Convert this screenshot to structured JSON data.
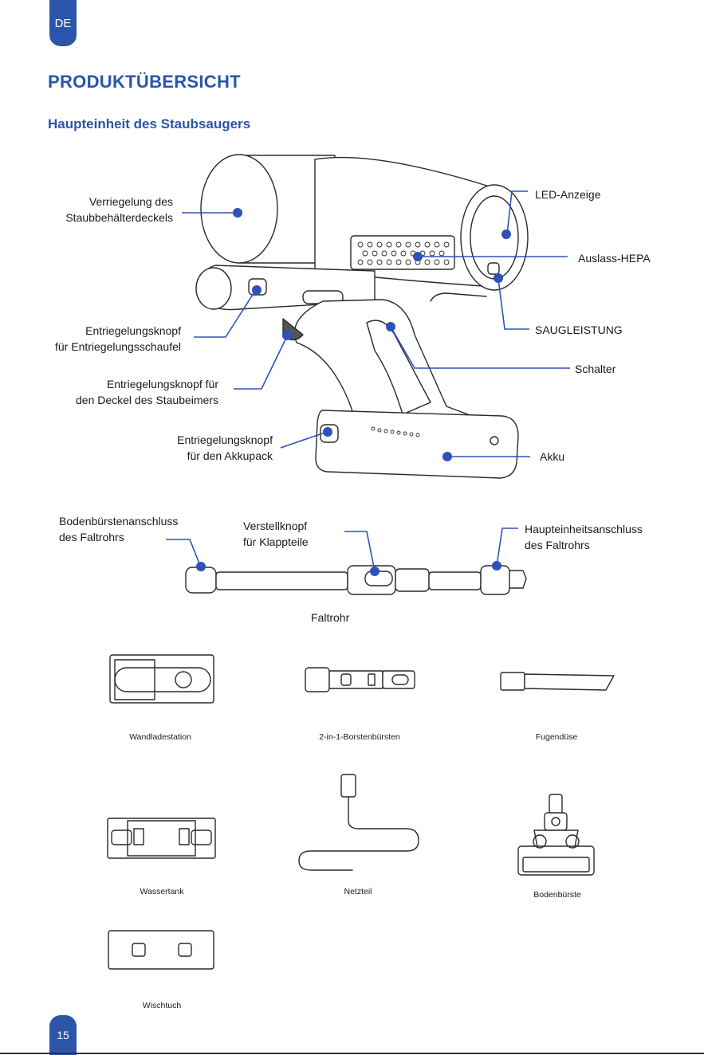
{
  "header": {
    "language_tab": "DE",
    "page_number": "15"
  },
  "titles": {
    "section": "PRODUKTÜBERSICHT",
    "subsection": "Haupteinheit des Staubsaugers"
  },
  "main_unit_labels": {
    "lock_line1": "Verriegelung des",
    "lock_line2": "Staubbehälterdeckels",
    "release_scoop_line1": "Entriegelungsknopf",
    "release_scoop_line2": "für Entriegelungsschaufel",
    "release_lid_line1": "Entriegelungsknopf für",
    "release_lid_line2": "den Deckel des Staubeimers",
    "release_battery_line1": "Entriegelungsknopf",
    "release_battery_line2": "für den Akkupack",
    "led": "LED-Anzeige",
    "hepa": "Auslass-HEPA",
    "suction": "SAUGLEISTUNG",
    "switch": "Schalter",
    "battery": "Akku"
  },
  "tube_labels": {
    "floor_conn_line1": "Bodenbürstenanschluss",
    "floor_conn_line2": "des Faltrohrs",
    "adjust_line1": "Verstellknopf",
    "adjust_line2": "für Klappteile",
    "main_conn_line1": "Haupteinheitsanschluss",
    "main_conn_line2": "des Faltrohrs",
    "caption": "Faltrohr"
  },
  "accessories": {
    "wall_station": "Wandladestation",
    "bristle_brush": "2-in-1-Borstenbürsten",
    "crevice": "Fugendüse",
    "water_tank": "Wassertank",
    "power_supply": "Netzteil",
    "floor_brush": "Bodenbürste",
    "mop_cloth": "Wischtuch"
  },
  "colors": {
    "accent": "#2a55a8",
    "marker": "#2f52b8",
    "line": "#2a2a2a"
  }
}
